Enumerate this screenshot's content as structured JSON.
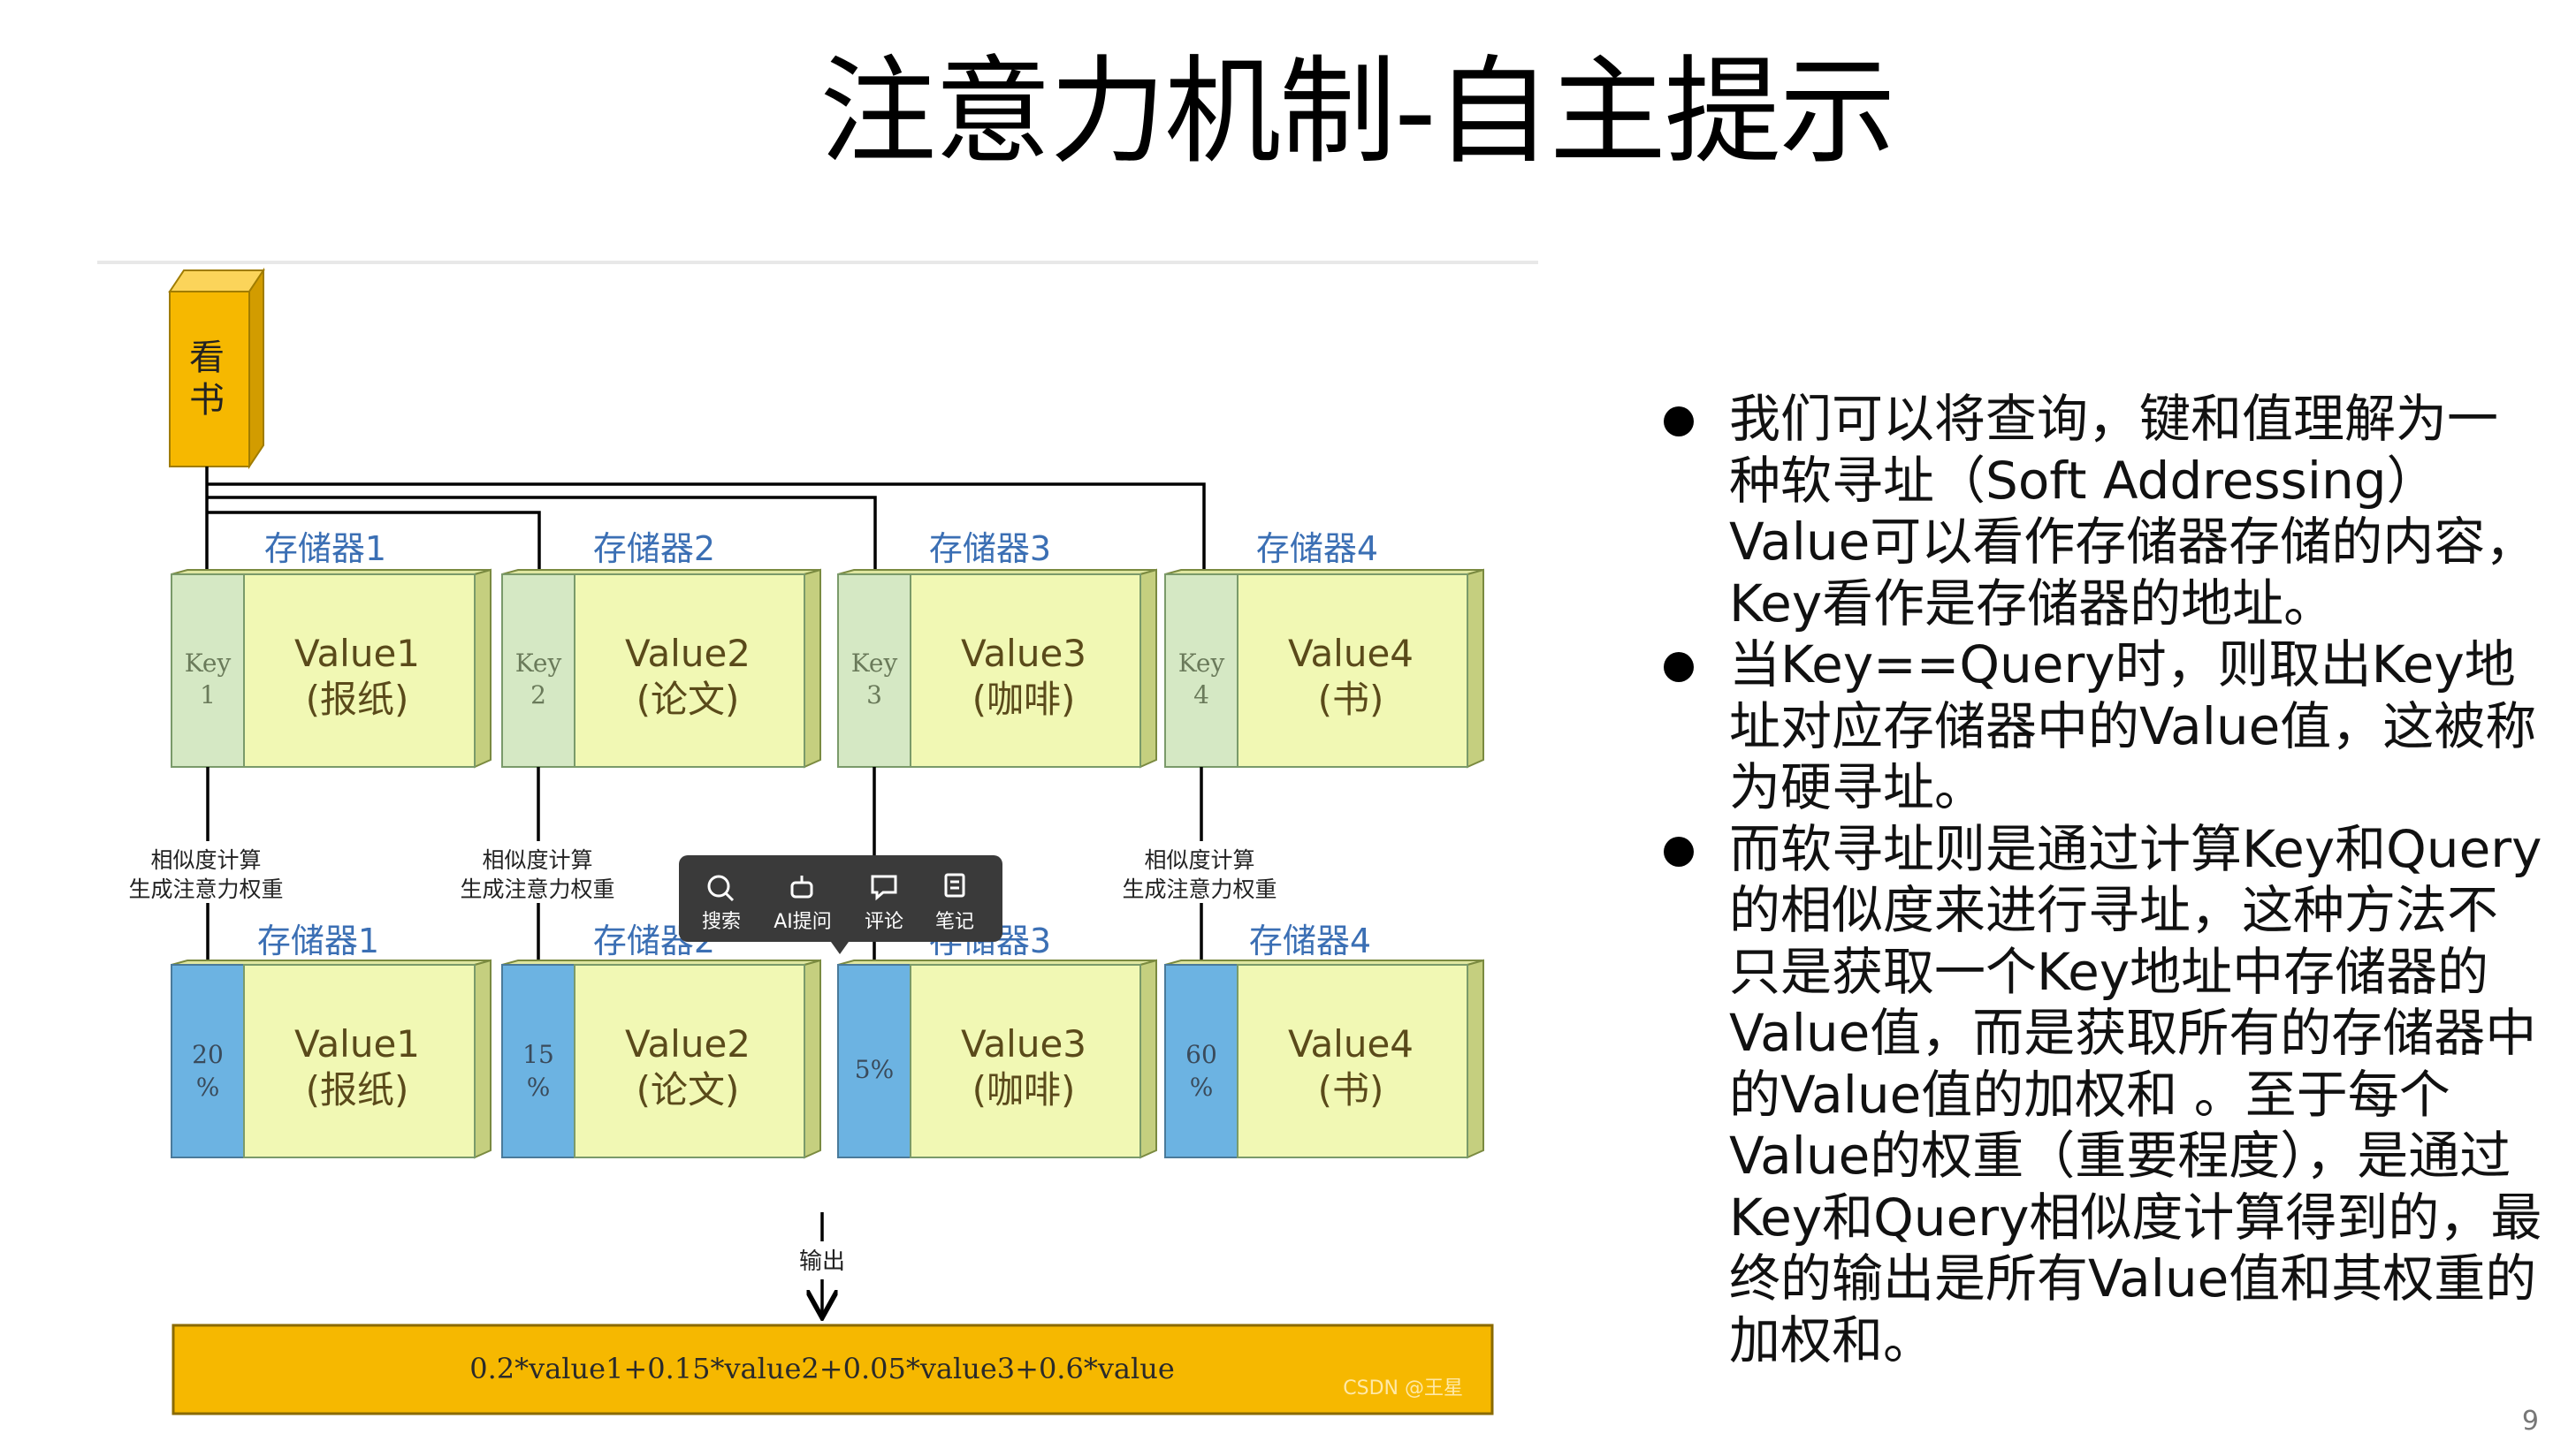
{
  "slide": {
    "title": "注意力机制-自主提示",
    "page_number": "9"
  },
  "diagram": {
    "query": [
      "看",
      "书"
    ],
    "top_row": [
      {
        "store": "存储器1",
        "key": [
          "Key",
          "1"
        ],
        "value": [
          "Value1",
          "(报纸)"
        ]
      },
      {
        "store": "存储器2",
        "key": [
          "Key",
          "2"
        ],
        "value": [
          "Value2",
          "(论文)"
        ]
      },
      {
        "store": "存储器3",
        "key": [
          "Key",
          "3"
        ],
        "value": [
          "Value3",
          "(咖啡)"
        ]
      },
      {
        "store": "存储器4",
        "key": [
          "Key",
          "4"
        ],
        "value": [
          "Value4",
          "(书)"
        ]
      }
    ],
    "calc_label": [
      "相似度计算",
      "生成注意力权重"
    ],
    "bottom_row": [
      {
        "store": "存储器1",
        "weight": [
          "20",
          "%"
        ],
        "value": [
          "Value1",
          "(报纸)"
        ]
      },
      {
        "store": "存储器2",
        "weight": [
          "15",
          "%"
        ],
        "value": [
          "Value2",
          "(论文)"
        ]
      },
      {
        "store": "存储器3",
        "weight": [
          "5%"
        ],
        "value": [
          "Value3",
          "(咖啡)"
        ]
      },
      {
        "store": "存储器4",
        "weight": [
          "60",
          "%"
        ],
        "value": [
          "Value4",
          "(书)"
        ]
      }
    ],
    "output_label": "输出",
    "output_formula": "0.2*value1+0.15*value2+0.05*value3+0.6*value",
    "watermark": "CSDN @王星"
  },
  "toolbar": {
    "items": [
      {
        "label": "搜索",
        "icon": "search-icon"
      },
      {
        "label": "AI提问",
        "icon": "ai-robot-icon"
      },
      {
        "label": "评论",
        "icon": "comment-icon"
      },
      {
        "label": "笔记",
        "icon": "note-icon"
      }
    ]
  },
  "bullets": [
    "我们可以将查询，键和值理解为一种软寻址（Soft Addressing）Value可以看作存储器存储的内容，Key看作是存储器的地址。",
    "当Key==Query时，则取出Key地址对应存储器中的Value值，这被称为硬寻址。",
    "而软寻址则是通过计算Key和Query的相似度来进行寻址，这种方法不只是获取一个Key地址中存储器的Value值，而是获取所有的存储器中的Value值的加权和 。至于每个Value的权重（重要程度），是通过Key和Query相似度计算得到的，最终的输出是所有Value值和其权重的加权和。"
  ],
  "colors": {
    "query_box": "#f6b800",
    "key_cell": "#d5e8c4",
    "value_cell": "#f1f8b4",
    "weight_cell": "#6cb3e2",
    "output_bar": "#f6b800",
    "toolbar_bg": "#3a3a3a"
  }
}
